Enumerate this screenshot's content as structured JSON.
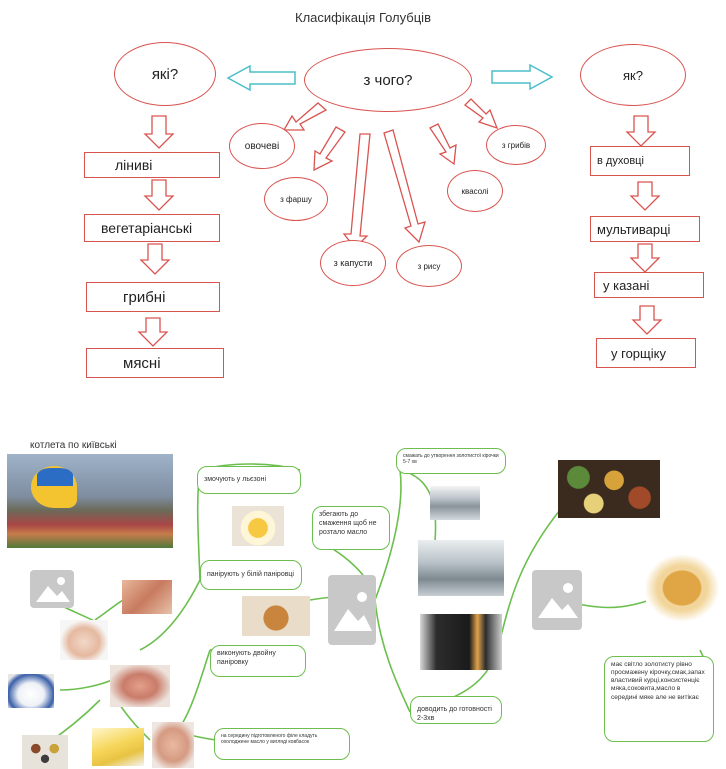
{
  "diagram": {
    "title": "Класифікація Голубців",
    "center": "з чого?",
    "left_head": "які?",
    "right_head": "як?",
    "ingredients": [
      "овочеві",
      "з фаршу",
      "з капусти",
      "з рису",
      "квасолі",
      "з грибів"
    ],
    "types": [
      "ліниві",
      "вегетаріанські",
      "грибні",
      "мясні"
    ],
    "methods": [
      "в духовці",
      "мультиварці",
      "у казані",
      "у горщіку"
    ]
  },
  "mindmap": {
    "title": "котлета по київські",
    "notes": {
      "soak": "змочують у льєзоні",
      "bread": "панірують у білій паніровці",
      "double": "виконують двойну паніровку",
      "oil": "збегають до смаження щоб не розтало масло",
      "fry": "смажать до утворення золотистої кірочки 5-7 хв",
      "ready": "доводить до готовності 2-3хв",
      "butter": "на середину підготовленого філе кладуть охолоджене масло у вигляді ковбасок",
      "result": "має світло золотисту рівно просмажену кірочку,смак,запах властивий курці,консистенціє мяка,соковита,масло в середині мяке але не витікає"
    },
    "colors": {
      "accent": "#d9534f",
      "node": "#6cbf4e",
      "arrow": "#4bbfc9"
    }
  }
}
